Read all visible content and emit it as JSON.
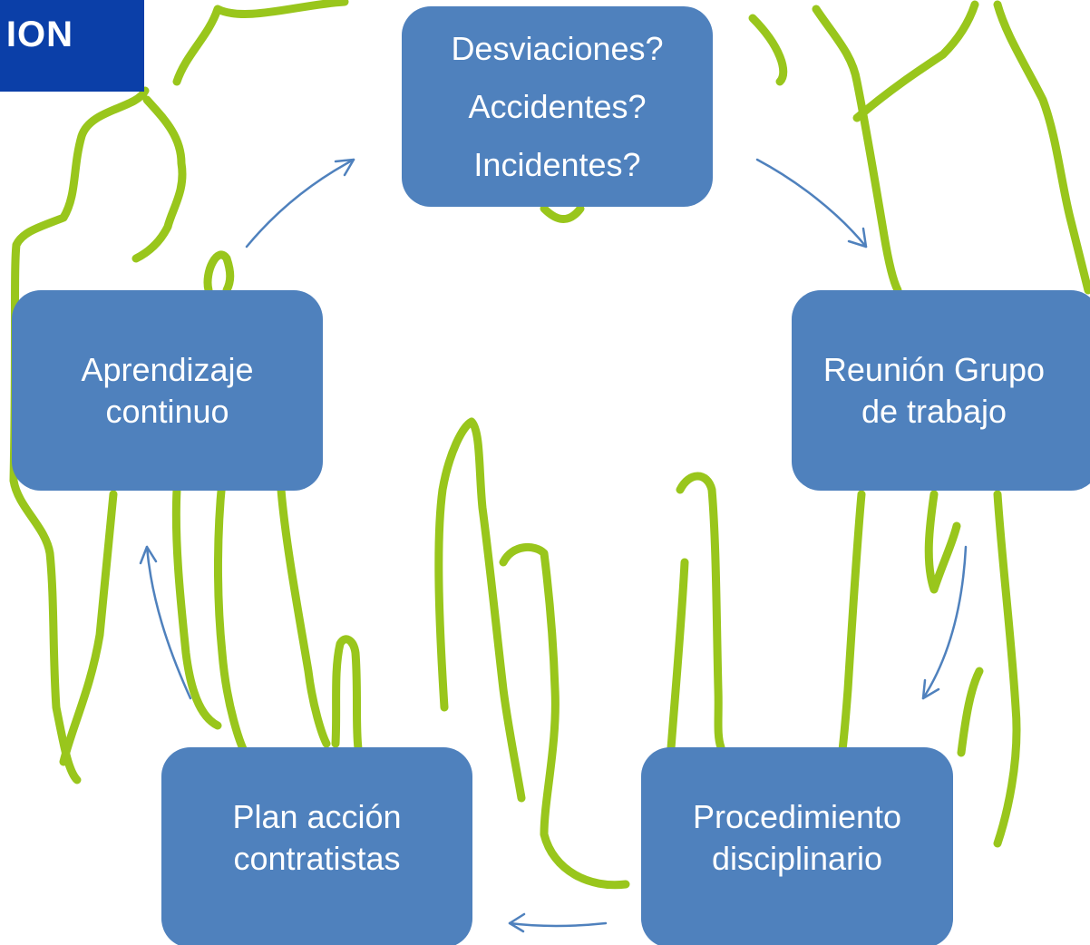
{
  "banner": {
    "text": "ION"
  },
  "colors": {
    "banner": "#0b3fa8",
    "node_fill": "#4f81bd",
    "arrow": "#4f81bd",
    "silhouette": "#99c61c"
  },
  "cycle": {
    "nodes": [
      {
        "id": "top",
        "lines": [
          "Desviaciones?",
          "Accidentes?",
          "Incidentes?"
        ]
      },
      {
        "id": "right",
        "lines": [
          "Reunión Grupo",
          "de trabajo"
        ]
      },
      {
        "id": "bottom-right",
        "lines": [
          "Procedimiento",
          "disciplinario"
        ]
      },
      {
        "id": "bottom-left",
        "lines": [
          "Plan acción",
          "contratistas"
        ]
      },
      {
        "id": "left",
        "lines": [
          "Aprendizaje",
          "continuo"
        ]
      }
    ]
  }
}
